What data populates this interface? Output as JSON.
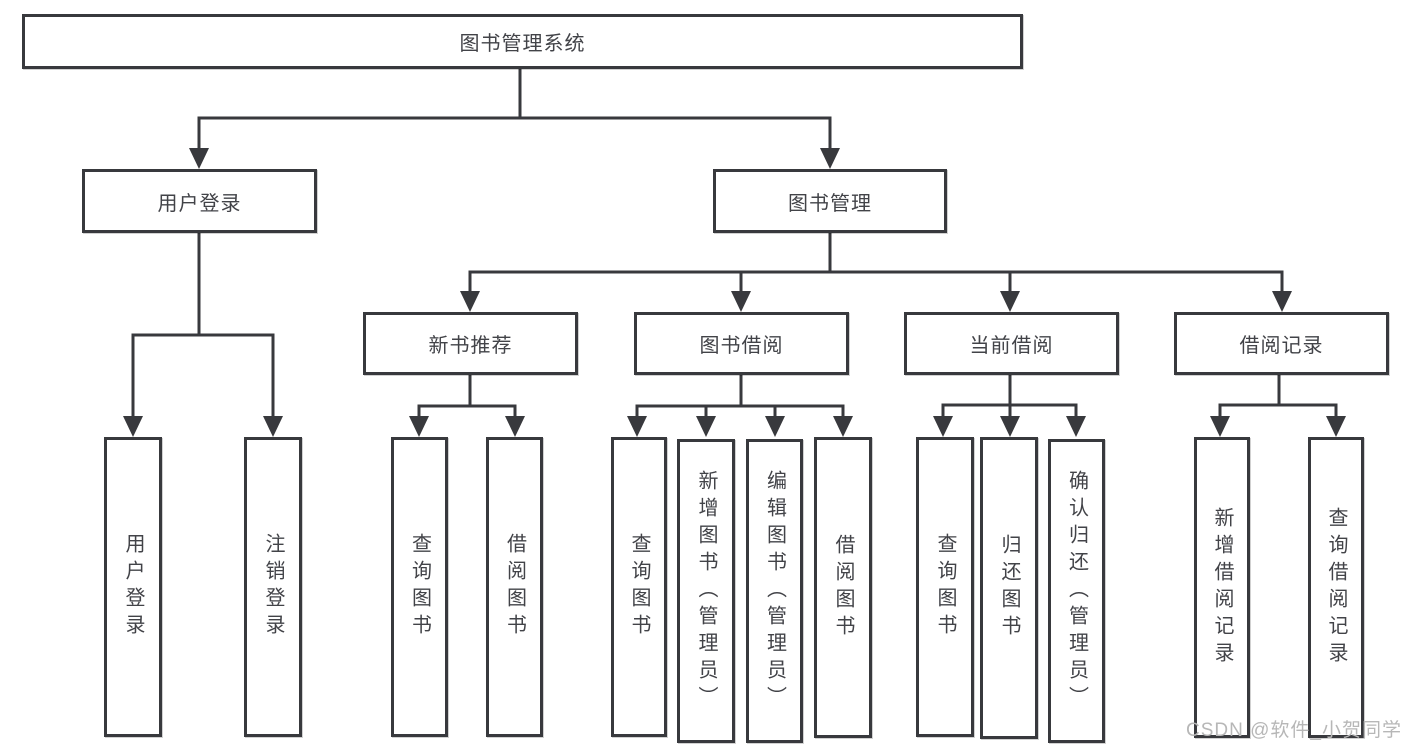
{
  "diagram": {
    "colors": {
      "line": "#38393d",
      "box_border": "#38393d",
      "text": "#424348",
      "watermark": "#b7b7b7",
      "background": "#ffffff"
    },
    "nodes": {
      "root": "图书管理系统",
      "user_login_branch": "用户登录",
      "book_management": "图书管理",
      "new_book_recommend": "新书推荐",
      "book_borrowing": "图书借阅",
      "current_borrowing": "当前借阅",
      "borrowing_records": "借阅记录",
      "leaves": [
        "用户登录",
        "注销登录",
        "查询图书",
        "借阅图书",
        "查询图书",
        "新增图书（管理员）",
        "编辑图书（管理员）",
        "借阅图书",
        "查询图书",
        "归还图书",
        "确认归还（管理员）",
        "新增借阅记录",
        "查询借阅记录"
      ]
    },
    "watermark": "CSDN @软件_小贺同学"
  }
}
